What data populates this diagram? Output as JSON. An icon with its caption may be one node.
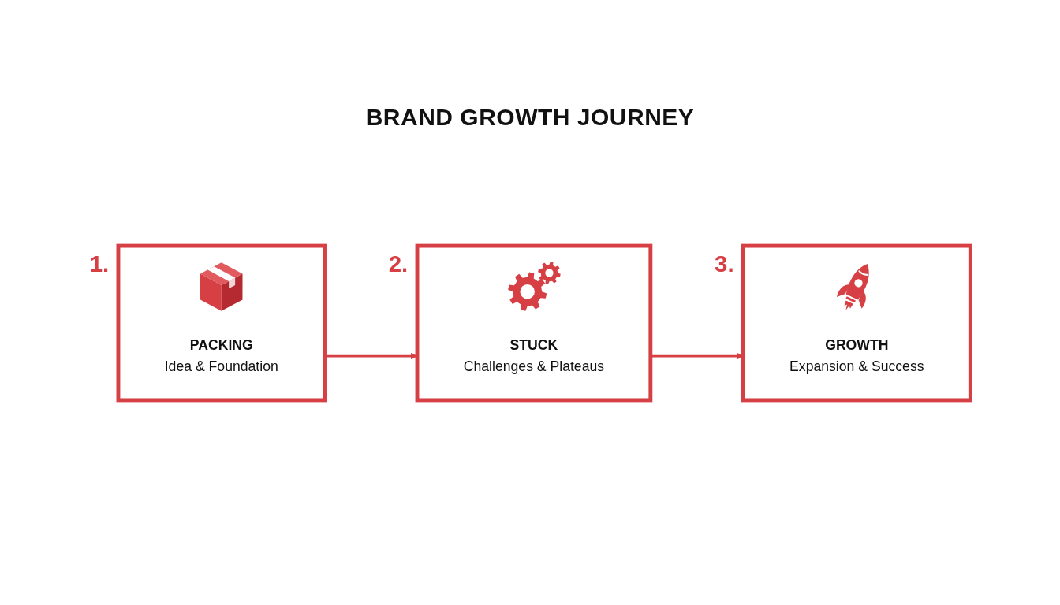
{
  "diagram": {
    "title": "BRAND GROWTH JOURNEY",
    "nodes": [
      {
        "text": [
          "PACKING",
          "Idea & Foundation"
        ],
        "beside": [
          "1."
        ]
      },
      {
        "text": [
          "STUCK",
          "Challenges & Plateaus"
        ],
        "beside": [
          "2."
        ]
      },
      {
        "text": [
          "GROWTH",
          "Expansion & Success"
        ],
        "beside": [
          "3."
        ]
      }
    ],
    "edges": [
      {
        "from": 0,
        "to": 1,
        "arrow": "to"
      },
      {
        "from": 1,
        "to": 2,
        "arrow": "to"
      }
    ]
  }
}
